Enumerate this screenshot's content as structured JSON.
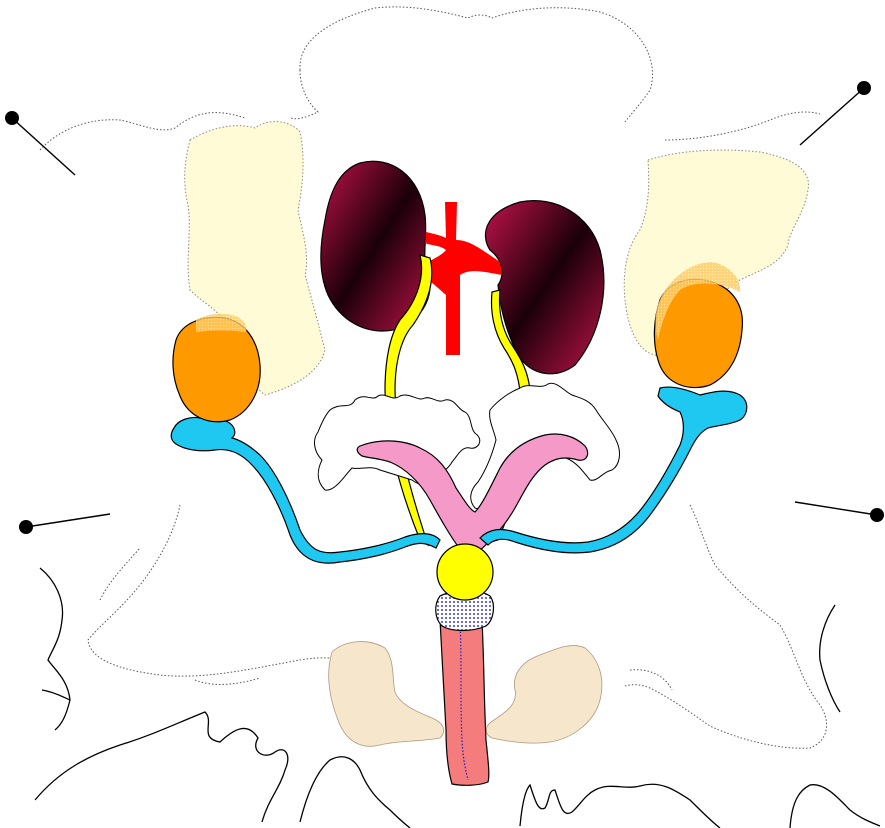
{
  "diagram": {
    "kind": "anatomical-illustration",
    "labels": [],
    "colors": {
      "background": "#ffffff",
      "kidney_light": "#c0124a",
      "kidney_dark": "#1a0008",
      "aorta": "#ff0000",
      "ureter": "#ffff00",
      "adipose_fat": "#fffbd6",
      "ovary": "#ff9900",
      "oviduct": "#1ec8f0",
      "uterus": "#f59ac8",
      "cervix": "#ffff00",
      "vaginal_ring": "#c8c8f0",
      "vagina": "#f47c7c",
      "pelvic_bone": "#f5e6cc",
      "pin_head": "#000000",
      "body_outline": "#555555"
    },
    "structures": [
      "kidney-left",
      "kidney-right",
      "aorta",
      "ureter-left",
      "ureter-right",
      "fat-pad-left",
      "fat-pad-right",
      "ovary-left",
      "ovary-right",
      "oviduct-left",
      "oviduct-right",
      "uterine-horns",
      "mesometrium",
      "cervix",
      "vaginal-ring",
      "vagina",
      "pelvic-bone-left",
      "pelvic-bone-right",
      "dissection-pin-top-left",
      "dissection-pin-top-right",
      "dissection-pin-mid-left",
      "dissection-pin-mid-right"
    ]
  }
}
